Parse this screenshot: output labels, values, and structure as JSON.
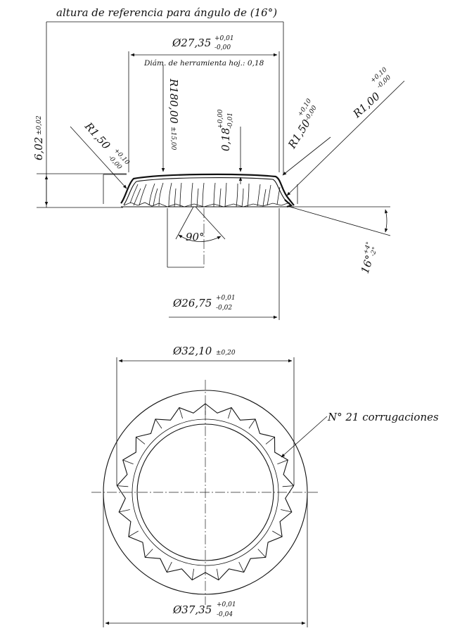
{
  "title": "altura de referencia para ángulo de (16°)",
  "dims": {
    "top_diameter": {
      "main": "Ø27,35",
      "sup": "+0,01",
      "sub": "-0,00"
    },
    "tool_note": "Diám. de herramienta hoj.: 0,18",
    "r180": {
      "main": "R180,00",
      "tol": "±15,00"
    },
    "thickness": {
      "main": "0,18",
      "sup": "+0,00",
      "sub": "-0,01"
    },
    "r150_right": {
      "main": "R1,50",
      "sup": "+0,10",
      "sub": "-0,00"
    },
    "r100": {
      "main": "R1,00",
      "sup": "+0,10",
      "sub": "-0,00"
    },
    "r150_left": {
      "main": "R1,50",
      "sup": "+0,10",
      "sub": "-0,00"
    },
    "height": {
      "main": "6,02",
      "tol": "±0,02"
    },
    "angle90": "90°",
    "angle16": {
      "main": "16°",
      "sup": "+4°",
      "sub": "-2°"
    },
    "bottom_diameter": {
      "main": "Ø26,75",
      "sup": "+0,01",
      "sub": "-0,02"
    },
    "outer_diameter": {
      "main": "Ø32,10",
      "tol": "±0,20"
    },
    "flat_diameter": {
      "main": "Ø37,35",
      "sup": "+0,01",
      "sub": "-0,04"
    },
    "corrugations": "N° 21 corrugaciones"
  },
  "corrugation_count": 21
}
